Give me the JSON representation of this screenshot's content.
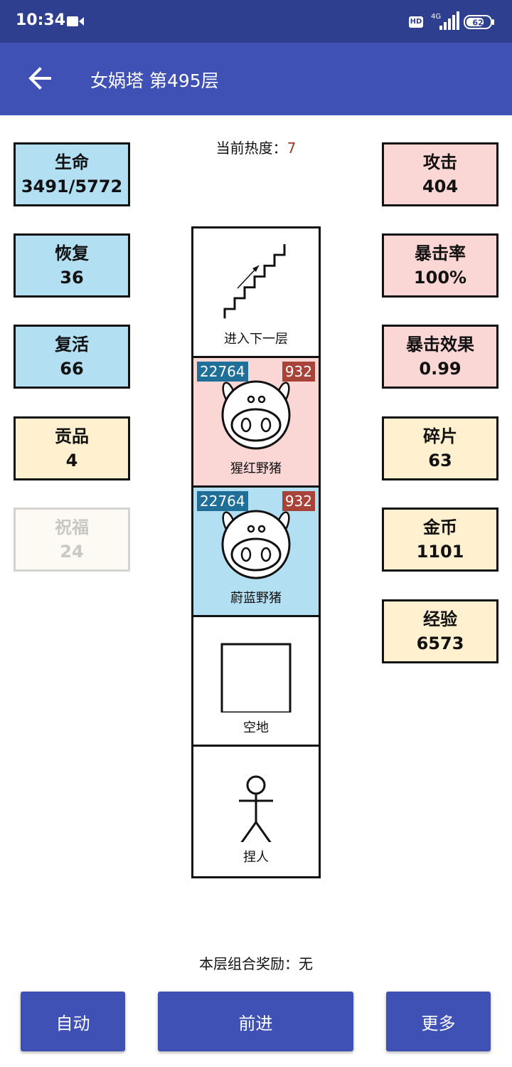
{
  "status_bar": {
    "time": "10:34",
    "hd_label": "HD",
    "network_label": "4G",
    "battery_level": "62",
    "icons": [
      "video-camera-icon",
      "hd-icon",
      "signal-icon",
      "battery-icon"
    ]
  },
  "app_bar": {
    "title": "女娲塔 第495层",
    "back_icon": "arrow-left-icon"
  },
  "heat": {
    "label": "当前热度：",
    "value": "7"
  },
  "left_stats": [
    {
      "label": "生命",
      "value": "3491/5772"
    },
    {
      "label": "恢复",
      "value": "36"
    },
    {
      "label": "复活",
      "value": "66"
    },
    {
      "label": "贡品",
      "value": "4"
    },
    {
      "label": "祝福",
      "value": "24"
    }
  ],
  "right_stats": [
    {
      "label": "攻击",
      "value": "404"
    },
    {
      "label": "暴击率",
      "value": "100%"
    },
    {
      "label": "暴击效果",
      "value": "0.99"
    },
    {
      "label": "碎片",
      "value": "63"
    },
    {
      "label": "金币",
      "value": "1101"
    },
    {
      "label": "经验",
      "value": "6573"
    }
  ],
  "tower": {
    "cells": [
      {
        "label": "进入下一层",
        "icon": "stairs-icon"
      },
      {
        "label": "猩红野猪",
        "icon": "pig-icon",
        "hp": "22764",
        "attack": "932"
      },
      {
        "label": "蔚蓝野猪",
        "icon": "pig-icon",
        "hp": "22764",
        "attack": "932"
      },
      {
        "label": "空地",
        "icon": "empty-square-icon"
      },
      {
        "label": "捏人",
        "icon": "stick-figure-icon"
      }
    ]
  },
  "combo": {
    "label": "本层组合奖励：",
    "value": "无"
  },
  "buttons": {
    "auto": "自动",
    "forward": "前进",
    "more": "更多"
  },
  "colors": {
    "status_bar": "#2f3f8f",
    "app_bar": "#3f51b5",
    "stat_blue": "#b3dff2",
    "stat_pink": "#fad7d4",
    "stat_yellow": "#fff1cf",
    "hp_badge": "#1f6f99",
    "attack_badge": "#a8433a",
    "heat_value": "#a33a2a"
  }
}
